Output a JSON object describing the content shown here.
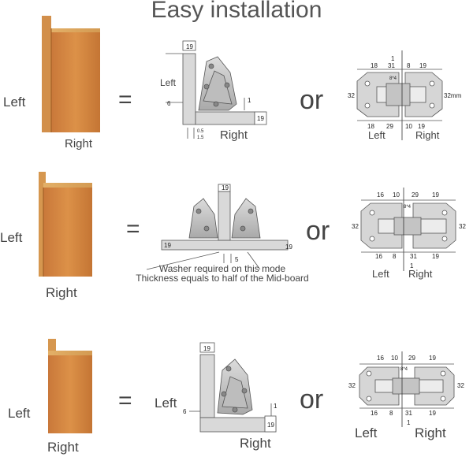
{
  "title": "Easy installation",
  "labels": {
    "left": "Left",
    "right": "Right",
    "equals": "=",
    "or": "or"
  },
  "rows": [
    {
      "hinge_dims": {
        "a": "19",
        "b": "6",
        "c": "1",
        "d": "19",
        "e": "0.5",
        "f": "1.5"
      },
      "plate_dims": {
        "top": [
          "18",
          "31",
          "8",
          "19"
        ],
        "bottom": [
          "18",
          "29",
          "10",
          "19"
        ],
        "mid": "8*4",
        "one": "1",
        "left": "32",
        "right": "32mm"
      }
    },
    {
      "hinge_dims": {
        "top": "19",
        "left": "19",
        "right": "19",
        "gap": "5"
      },
      "note_line1": "Washer required on this mode",
      "note_line2": "Thickness equals to half of the Mid-board",
      "plate_dims": {
        "top": [
          "16",
          "10",
          "29",
          "19"
        ],
        "bottom": [
          "16",
          "8",
          "31",
          "19"
        ],
        "mid": "8*4",
        "one": "1",
        "left": "32",
        "right": "32"
      }
    },
    {
      "hinge_dims": {
        "a": "19",
        "b": "6",
        "c": "1",
        "d": "19"
      },
      "plate_dims": {
        "top": [
          "16",
          "10",
          "29",
          "19"
        ],
        "bottom": [
          "16",
          "8",
          "31",
          "19"
        ],
        "mid": "8*4",
        "one": "1",
        "left": "32",
        "right": "32"
      }
    }
  ]
}
